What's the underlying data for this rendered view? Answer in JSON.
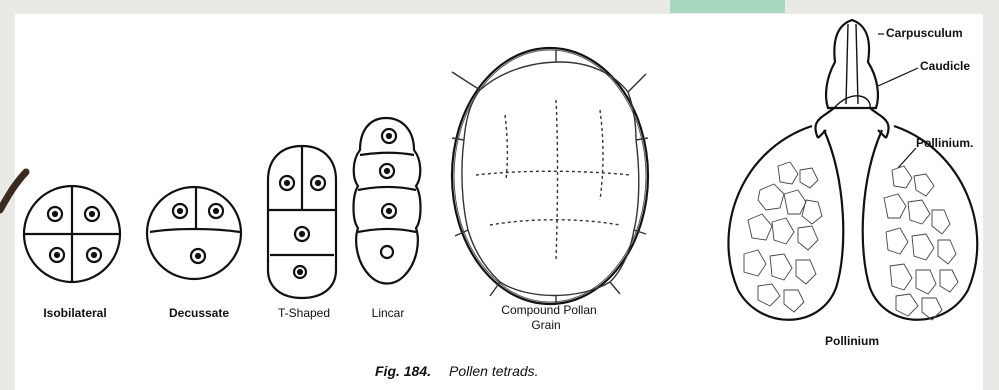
{
  "figure": {
    "caption_number": "Fig. 184.",
    "caption_title": "Pollen tetrads."
  },
  "tetrads": {
    "isobilateral": "Isobilateral",
    "decussate": "Decussate",
    "t_shaped": "T-Shaped",
    "linear": "Lincar",
    "compound_line1": "Compound Pollan",
    "compound_line2": "Grain"
  },
  "pollinium": {
    "carpusculum": "Carpusculum",
    "caudicle": "Caudicle",
    "pollinium_label": "Pollinium.",
    "title": "Pollinium"
  },
  "colors": {
    "background": "#e9e9e6",
    "panel": "#ffffff",
    "ink": "#111111",
    "accent": "#a8d8c0"
  }
}
